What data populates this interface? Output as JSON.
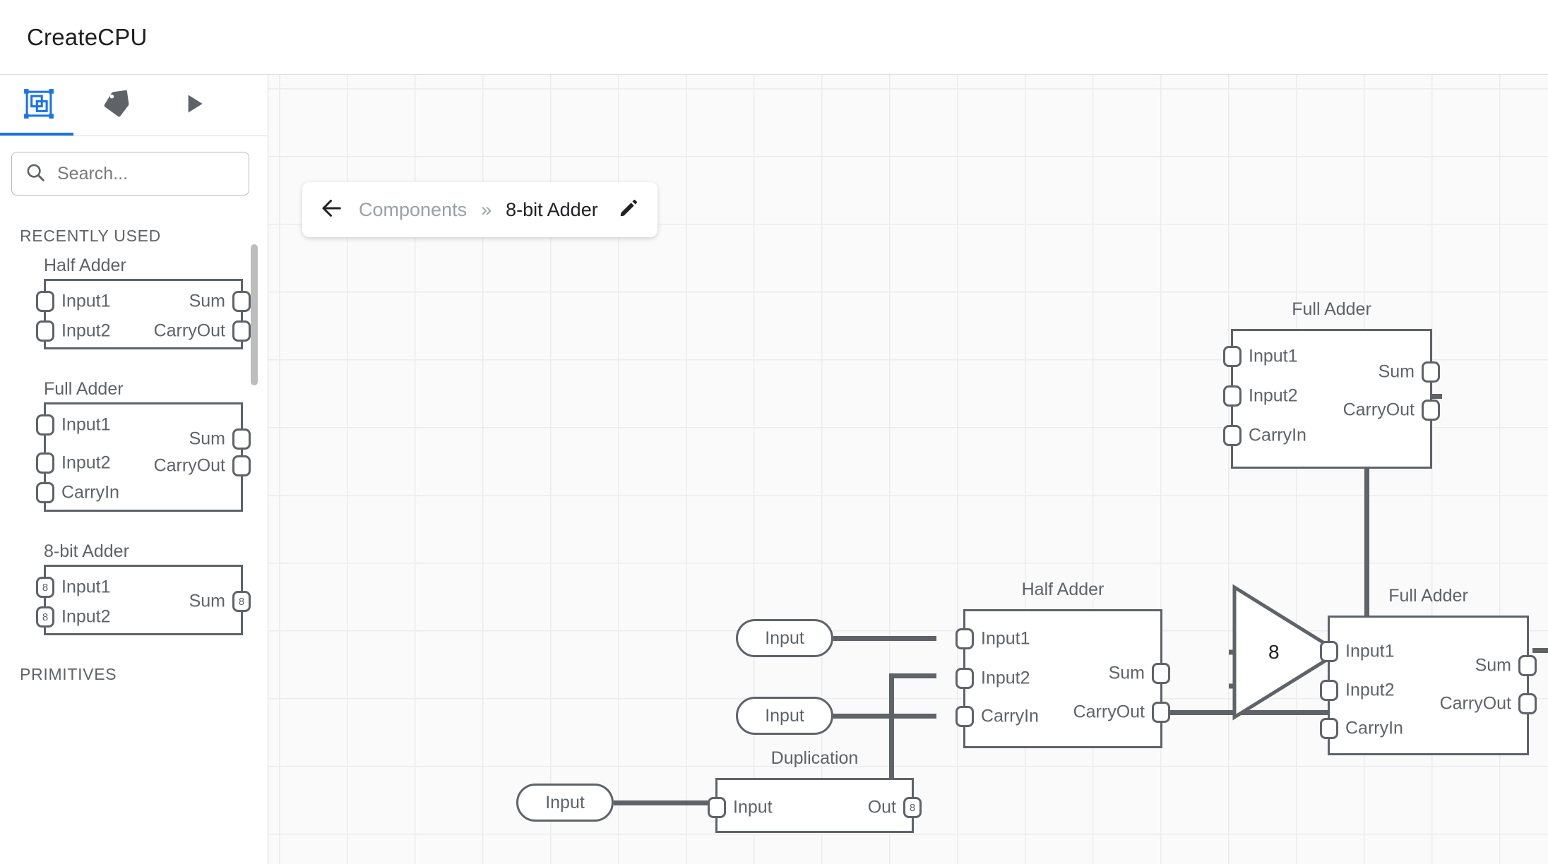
{
  "app": {
    "title": "CreateCPU"
  },
  "sidebar": {
    "tabs": [
      {
        "name": "components-tab",
        "icon": "components-icon",
        "active": true
      },
      {
        "name": "labels-tab",
        "icon": "tag-icon",
        "active": false
      },
      {
        "name": "run-tab",
        "icon": "play-icon",
        "active": false
      }
    ],
    "search": {
      "placeholder": "Search...",
      "value": "",
      "icon": "search-icon"
    },
    "sections": [
      {
        "label": "RECENTLY USED"
      },
      {
        "label": "PRIMITIVES"
      }
    ],
    "palette": [
      {
        "title": "Half Adder",
        "inputs": [
          {
            "label": "Input1",
            "width": ""
          },
          {
            "label": "Input2",
            "width": ""
          }
        ],
        "outputs": [
          {
            "label": "Sum",
            "width": ""
          },
          {
            "label": "CarryOut",
            "width": ""
          }
        ]
      },
      {
        "title": "Full Adder",
        "inputs": [
          {
            "label": "Input1",
            "width": ""
          },
          {
            "label": "Input2",
            "width": ""
          },
          {
            "label": "CarryIn",
            "width": ""
          }
        ],
        "outputs": [
          {
            "label": "Sum",
            "width": ""
          },
          {
            "label": "CarryOut",
            "width": ""
          }
        ]
      },
      {
        "title": "8-bit Adder",
        "inputs": [
          {
            "label": "Input1",
            "width": "8"
          },
          {
            "label": "Input2",
            "width": "8"
          }
        ],
        "outputs": [
          {
            "label": "Sum",
            "width": "8"
          }
        ]
      }
    ]
  },
  "breadcrumb": {
    "back_icon": "arrow-left-icon",
    "root": "Components",
    "separator": "»",
    "current": "8-bit Adder",
    "edit_icon": "pencil-icon"
  },
  "canvas": {
    "nodes": [
      {
        "id": "full-adder-top",
        "title": "Full Adder",
        "inputs": [
          "Input1",
          "Input2",
          "CarryIn"
        ],
        "outputs": [
          "Sum",
          "CarryOut"
        ]
      },
      {
        "id": "half-adder-center",
        "title": "Half Adder",
        "inputs": [
          "Input1",
          "Input2",
          "CarryIn"
        ],
        "outputs": [
          "Sum",
          "CarryOut"
        ]
      },
      {
        "id": "full-adder-right",
        "title": "Full Adder",
        "inputs": [
          "Input1",
          "Input2",
          "CarryIn"
        ],
        "outputs": [
          "Sum",
          "CarryOut"
        ]
      },
      {
        "id": "duplication",
        "title": "Duplication",
        "inputs": [
          "Input"
        ],
        "outputs": [
          "Out"
        ],
        "output_width": "8"
      }
    ],
    "input_pills": [
      {
        "id": "input-pill-1",
        "label": "Input"
      },
      {
        "id": "input-pill-2",
        "label": "Input"
      },
      {
        "id": "input-pill-3",
        "label": "Input"
      }
    ],
    "gate": {
      "id": "bus-gate",
      "label": "8",
      "shape": "triangle-inverter"
    }
  },
  "colors": {
    "accent": "#1a73e8",
    "outline": "#5f6368",
    "canvas_bg": "#fafafa",
    "grid": "#ececec",
    "muted_text": "#9aa0a6"
  }
}
